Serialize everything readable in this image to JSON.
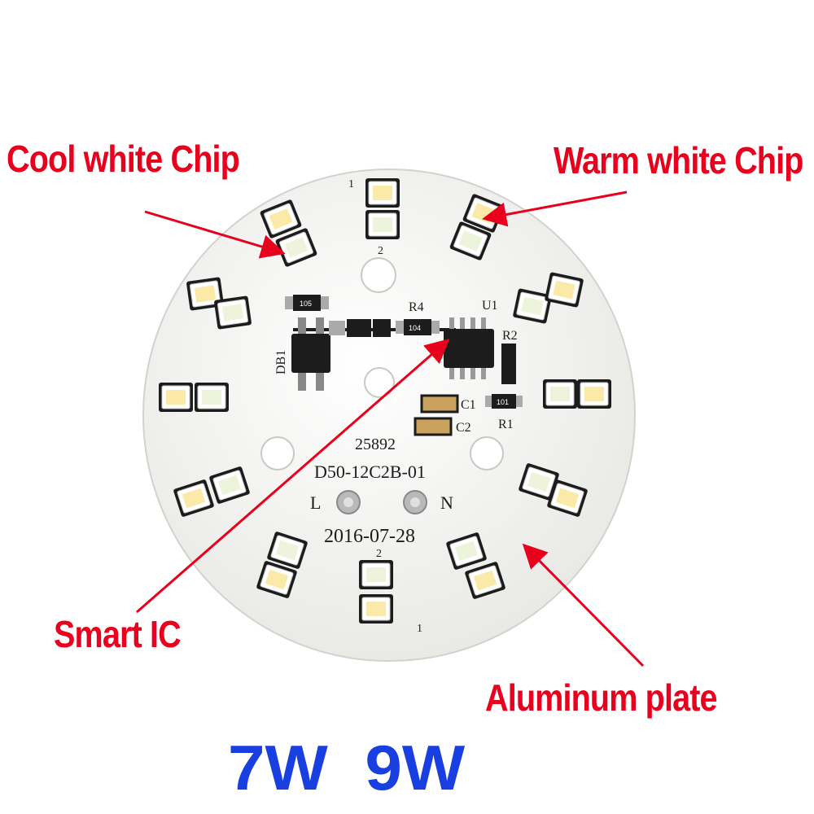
{
  "callouts": {
    "cool": "Cool white Chip",
    "warm": "Warm white Chip",
    "ic": "Smart IC",
    "aluminum": "Aluminum plate"
  },
  "power": "7W  9W",
  "board": {
    "code": "25892",
    "model": "D50-12C2B-01",
    "date": "2016-07-28",
    "terminal_l": "L",
    "terminal_n": "N",
    "refs": {
      "u1": "U1",
      "r1": "R1",
      "r2": "R2",
      "r4": "R4",
      "c1": "C1",
      "c2": "C2",
      "db1": "DB1"
    },
    "resistor_marks": {
      "r4": "104",
      "top": "105",
      "r1": "101"
    },
    "chip_num_1": "1",
    "chip_num_2": "2"
  },
  "colors": {
    "callout": "#e8001c",
    "power": "#1a3fe0",
    "board": "#f4f4f2"
  }
}
